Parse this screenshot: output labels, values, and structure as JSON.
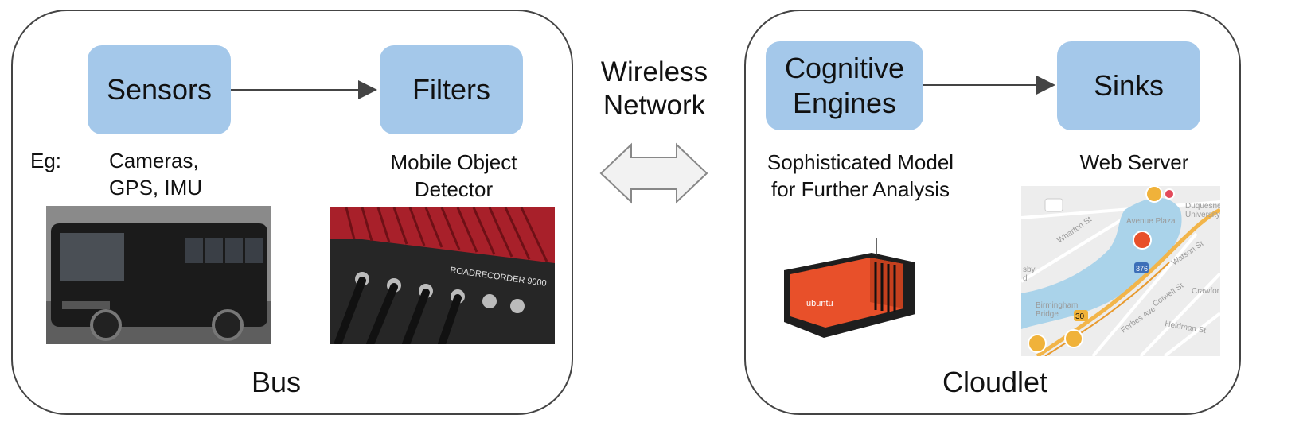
{
  "bus": {
    "title": "Bus",
    "sensors_label": "Sensors",
    "filters_label": "Filters",
    "eg_label": "Eg:",
    "sensor_examples": "Cameras,\nGPS, IMU",
    "filter_examples": "Mobile Object\nDetector"
  },
  "network": {
    "label": "Wireless\nNetwork"
  },
  "cloudlet": {
    "title": "Cloudlet",
    "engines_label": "Cognitive\nEngines",
    "sinks_label": "Sinks",
    "engine_examples": "Sophisticated Model\nfor Further Analysis",
    "sink_examples": "Web Server"
  },
  "map_labels": {
    "street_1": "Wharton St",
    "street_2": "Forbes Ave",
    "street_3": "Colwell St",
    "street_4": "Watson St",
    "street_5": "Crawfor",
    "street_6": "Heldman St",
    "area_1": "Duquesne\nUniversity",
    "area_2": "Avenue Plaza",
    "area_3": "Birmingham\nBridge",
    "area_4": "sby\nd",
    "route_num": "376",
    "badge_num": "30"
  },
  "device_brand": "ubuntu",
  "recorder_text": "ROADRECORDER 9000",
  "colors": {
    "node_fill": "#a4c8ea",
    "panel_border": "#444444",
    "arrow": "#444444",
    "river": "#aad3ea"
  }
}
